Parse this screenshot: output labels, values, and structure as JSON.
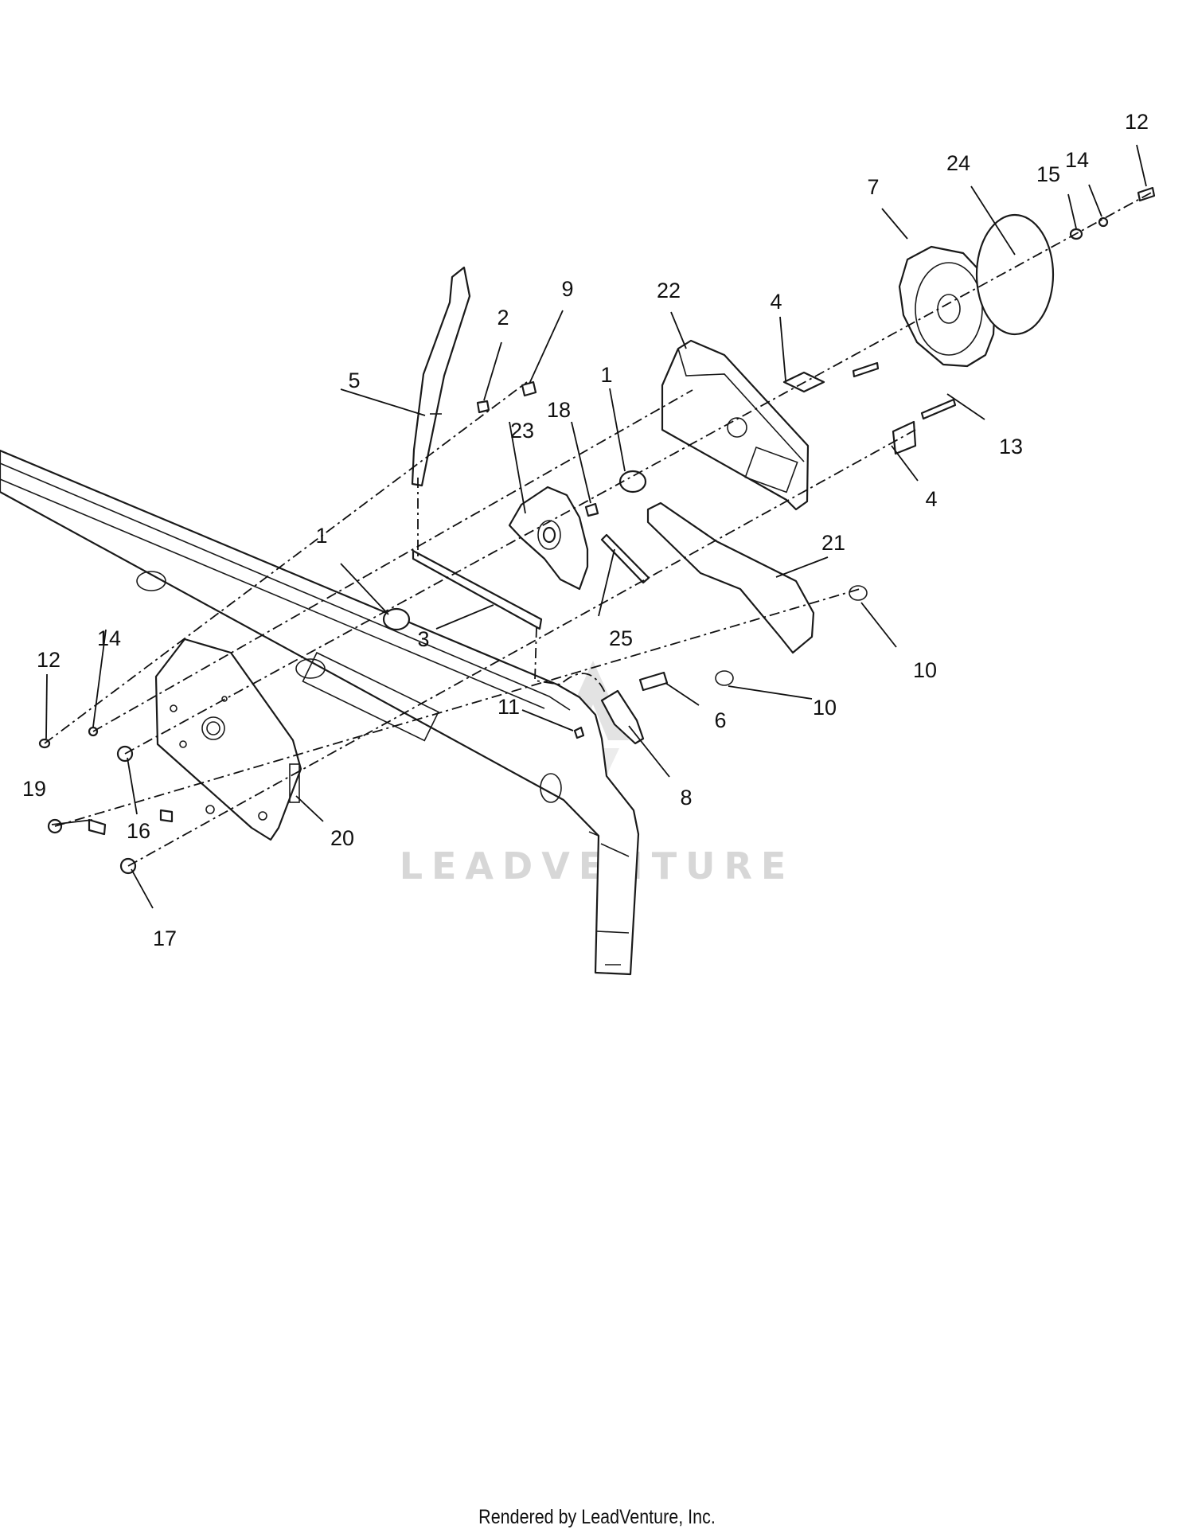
{
  "watermark": "LEADVENTURE",
  "footer": "Rendered by LeadVenture, Inc.",
  "callouts": [
    "1",
    "1",
    "2",
    "3",
    "4",
    "4",
    "5",
    "6",
    "7",
    "8",
    "9",
    "10",
    "10",
    "11",
    "12",
    "12",
    "13",
    "14",
    "14",
    "15",
    "16",
    "17",
    "18",
    "19",
    "20",
    "21",
    "22",
    "23",
    "24",
    "25"
  ]
}
